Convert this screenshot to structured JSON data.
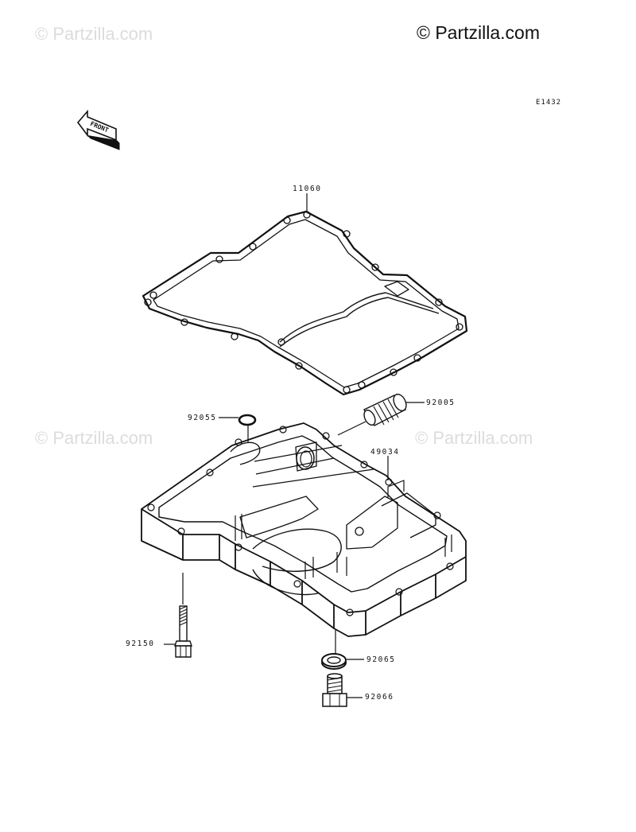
{
  "watermarks": [
    "© Partzilla.com",
    "© Partzilla.com",
    "© Partzilla.com"
  ],
  "copyright": "© Partzilla.com",
  "diagram_code": "E1432",
  "front_label": "FRONT",
  "parts": [
    {
      "number": "11060",
      "name": "oil-pan-gasket"
    },
    {
      "number": "92005",
      "name": "fitting"
    },
    {
      "number": "92055",
      "name": "o-ring"
    },
    {
      "number": "49034",
      "name": "oil-pan"
    },
    {
      "number": "92150",
      "name": "bolt"
    },
    {
      "number": "92065",
      "name": "washer"
    },
    {
      "number": "92066",
      "name": "drain-plug"
    }
  ]
}
